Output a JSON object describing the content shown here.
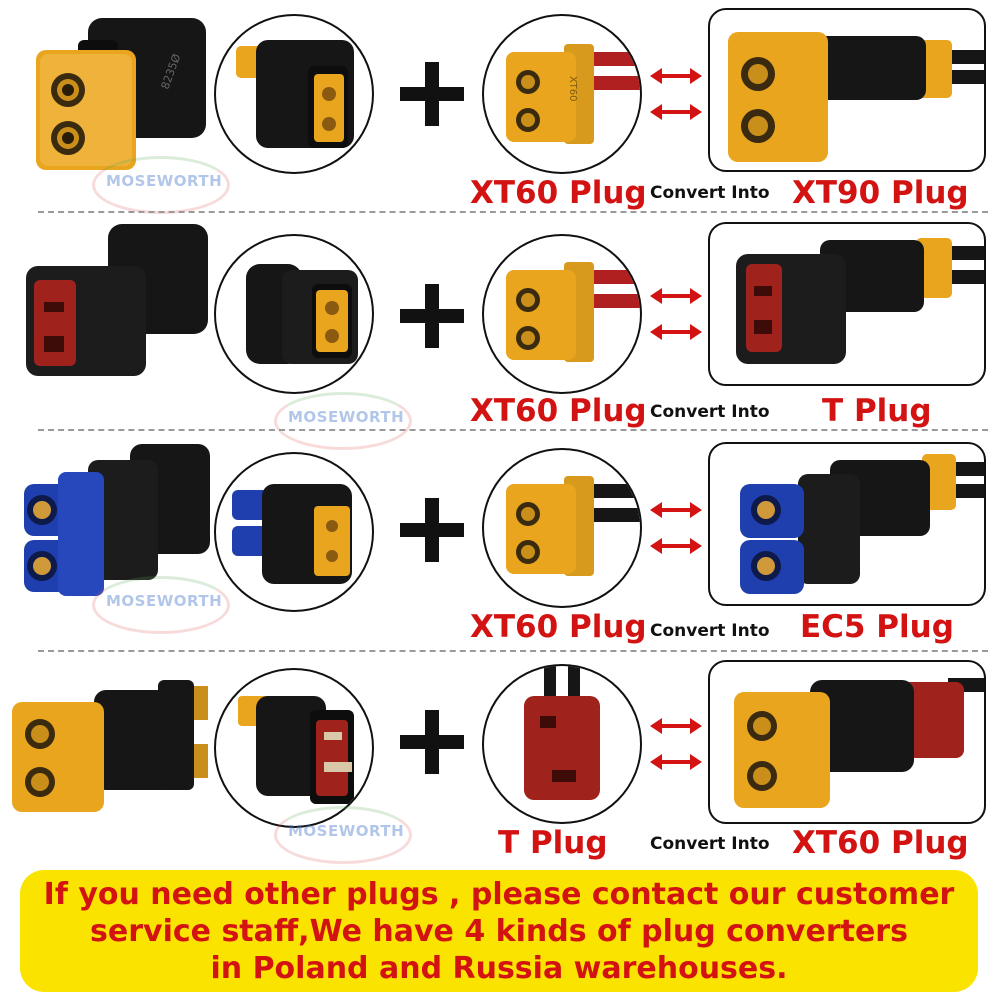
{
  "watermark": "MOSEWORTH",
  "convert_text": "Convert Into",
  "colors": {
    "label_red": "#d31212",
    "banner_yellow": "#fbe300",
    "xt_yellow": "#e8a51d",
    "t_red": "#a0221c",
    "ec5_blue": "#1f3fae",
    "housing_black": "#161616"
  },
  "rows": [
    {
      "source_plug": "XT60 Plug",
      "target_plug": "XT90 Plug"
    },
    {
      "source_plug": "XT60 Plug",
      "target_plug": "T Plug"
    },
    {
      "source_plug": "XT60 Plug",
      "target_plug": "EC5 Plug"
    },
    {
      "source_plug": "T Plug",
      "target_plug": "XT60 Plug"
    }
  ],
  "banner": {
    "line1": "If you need other plugs , please contact our customer",
    "line2": "service staff,We have 4 kinds of plug converters",
    "line3": "in Poland and Russia warehouses."
  }
}
